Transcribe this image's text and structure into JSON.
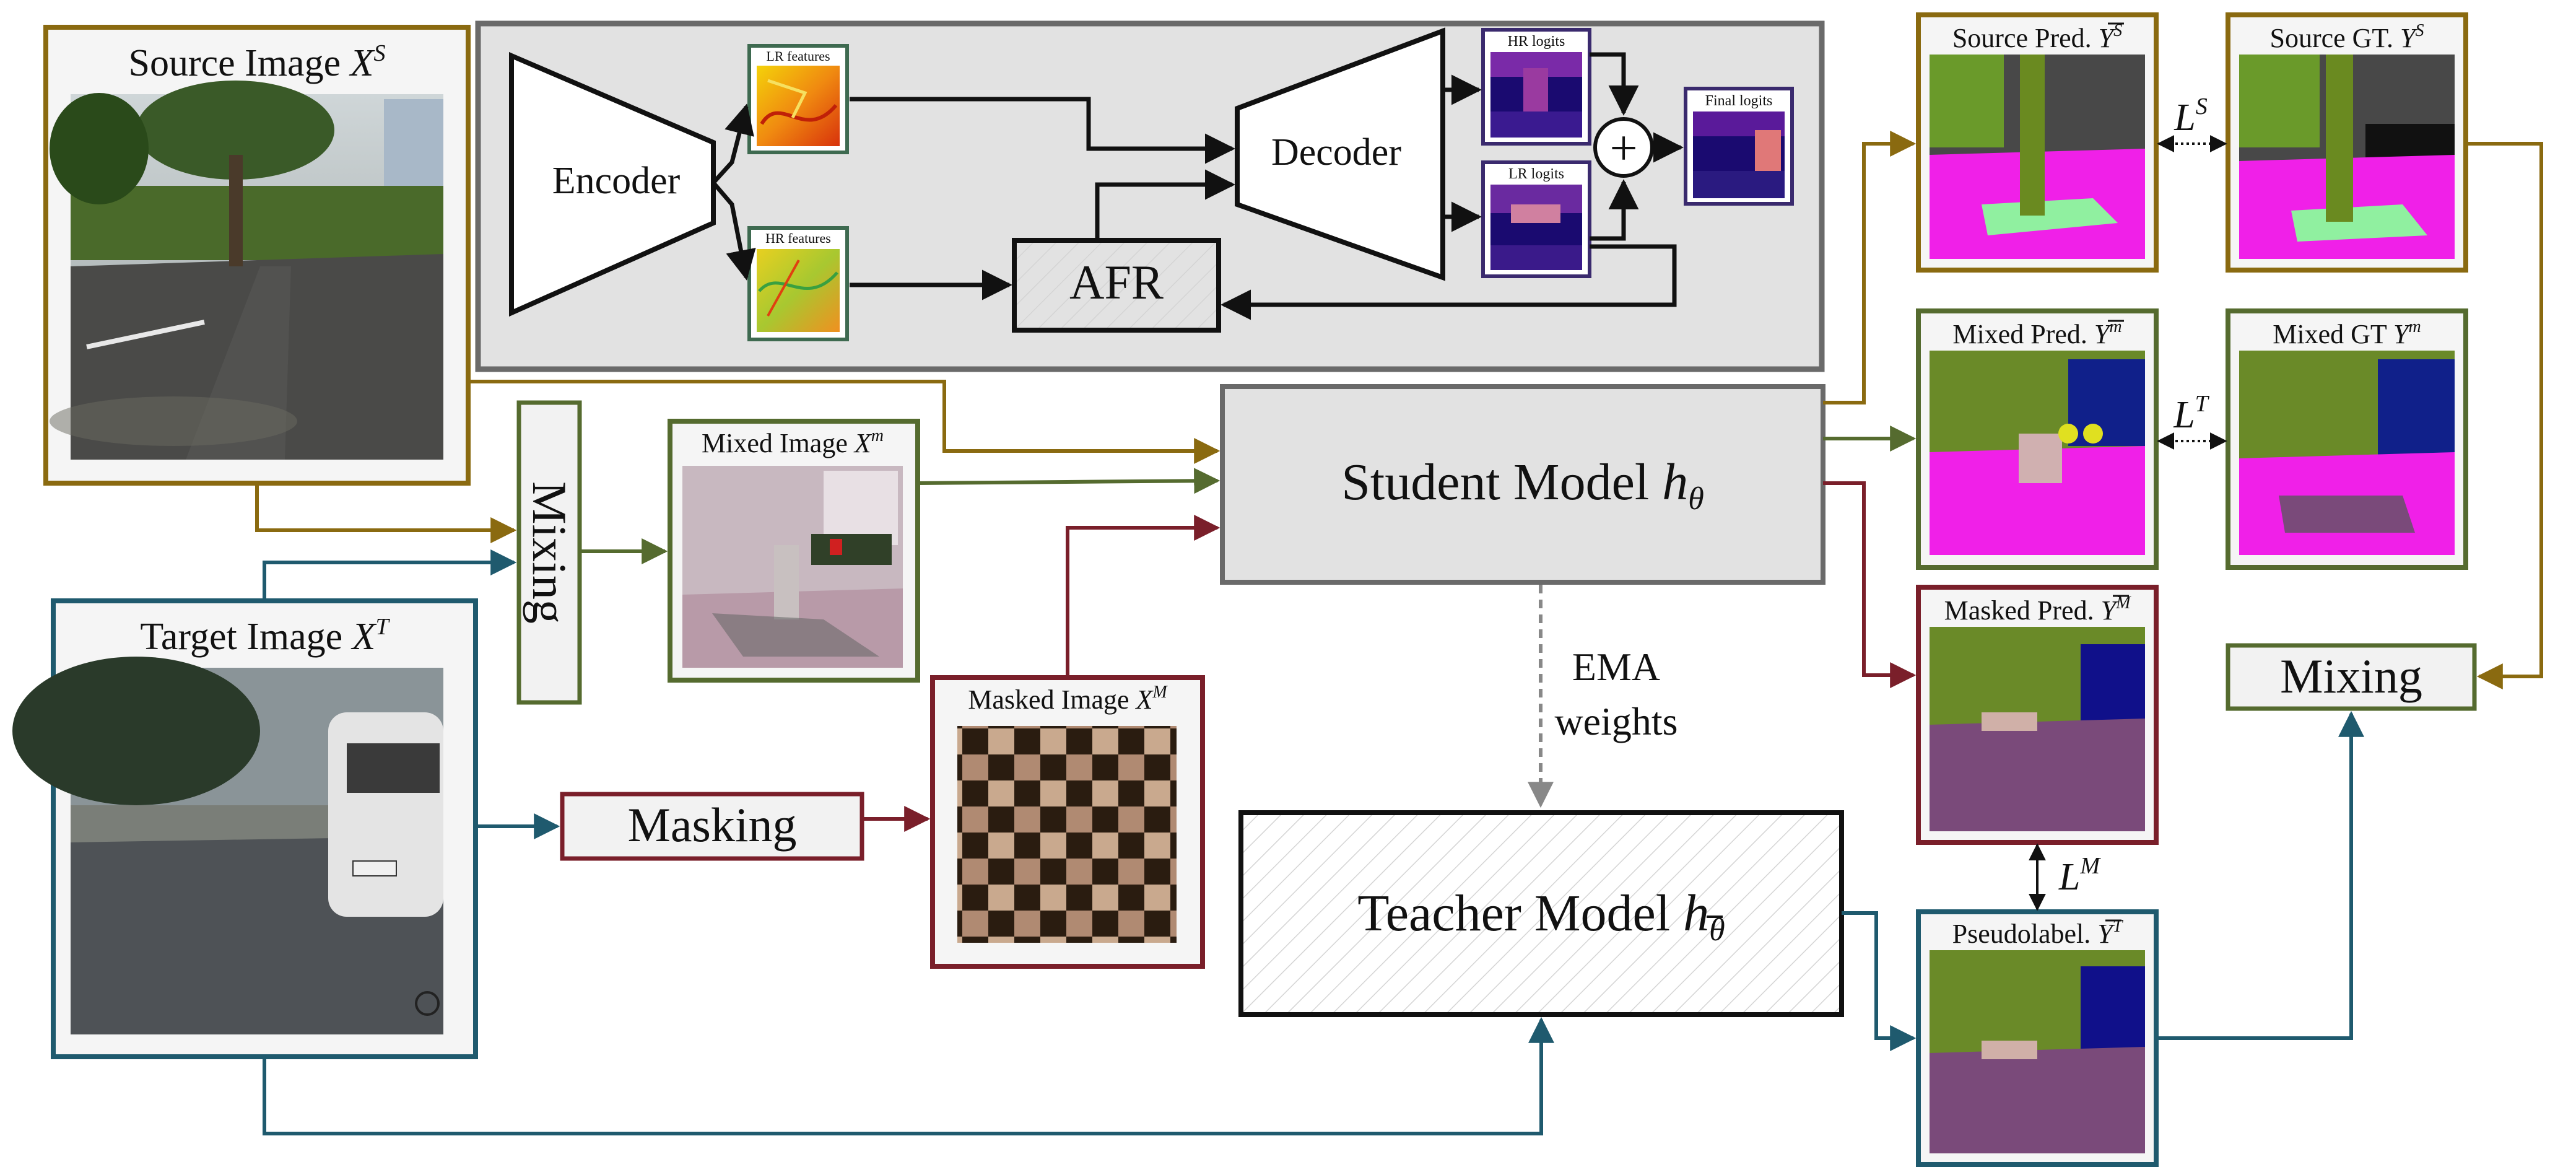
{
  "colors": {
    "source": "#8a6a10",
    "mixed": "#556b2f",
    "target": "#1f5a6e",
    "masked": "#7a1f2a",
    "teacher_edge": "#1f5a6e",
    "afr_panel": "#e2e2e2",
    "logits_border": "#3a2a6e",
    "features_border": "#3e6a50"
  },
  "panels": {
    "source_image": {
      "label": "Source Image",
      "sym": "X",
      "sup": "S"
    },
    "target_image": {
      "label": "Target Image",
      "sym": "X",
      "sup": "T"
    },
    "mixed_image": {
      "label": "Mixed Image",
      "sym": "X",
      "sup": "m"
    },
    "masked_image": {
      "label": "Masked Image",
      "sym": "X",
      "sup": "M"
    },
    "source_pred": {
      "label": "Source Pred.",
      "sym": "Y",
      "sup": "S"
    },
    "source_gt": {
      "label": "Source GT.",
      "sym": "Y",
      "sup": "S"
    },
    "mixed_pred": {
      "label": "Mixed Pred.",
      "sym": "Y",
      "sup": "m"
    },
    "mixed_gt": {
      "label": "Mixed GT",
      "sym": "Y",
      "sup": "m"
    },
    "masked_pred": {
      "label": "Masked Pred.",
      "sym": "Y",
      "sup": "M"
    },
    "pseudolabel": {
      "label": "Pseudolabel.",
      "sym": "Y",
      "sup": "T"
    }
  },
  "afr_module": {
    "encoder": "Encoder",
    "decoder": "Decoder",
    "afr": "AFR",
    "lr_features": "LR features",
    "hr_features": "HR features",
    "hr_logits": "HR logits",
    "lr_logits": "LR logits",
    "final_logits": "Final logits",
    "sum_symbol": "+"
  },
  "models": {
    "student": {
      "label": "Student Model",
      "sym": "h",
      "sub": "θ"
    },
    "teacher": {
      "label": "Teacher Model",
      "sym": "h",
      "sub": "θ"
    }
  },
  "ops": {
    "mixing_vertical": "Mixing",
    "mixing_right": "Mixing",
    "masking": "Masking"
  },
  "ema": {
    "line1": "EMA",
    "line2": "weights"
  },
  "losses": {
    "source": {
      "sym": "L",
      "sup": "S"
    },
    "target": {
      "sym": "L",
      "sup": "T"
    },
    "masked": {
      "sym": "L",
      "sup": "M"
    }
  }
}
